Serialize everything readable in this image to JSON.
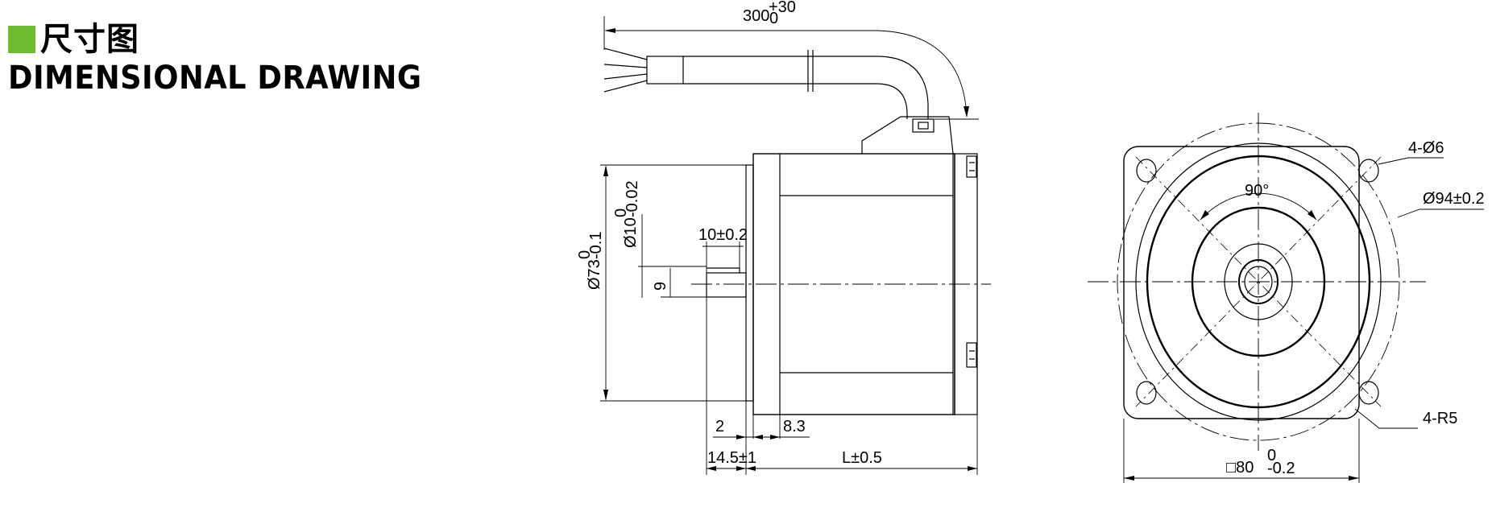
{
  "header": {
    "title_cn": "尺寸图",
    "title_en": "DIMENSIONAL DRAWING",
    "accent_color": "#6dbb2f"
  },
  "dims": {
    "cable_length": "300",
    "cable_tol_upper": "+30",
    "cable_tol_lower": "0",
    "shaft_dia": "Ø10",
    "shaft_dia_tol_upper": "0",
    "shaft_dia_tol_lower": "-0.02",
    "pilot_dia": "Ø73",
    "pilot_dia_tol_upper": "0",
    "pilot_dia_tol_lower": "-0.1",
    "key_length": "10±0.2",
    "key_height": "9",
    "pilot_len": "2",
    "flange_thk": "8.3",
    "shaft_len": "14.5±1",
    "body_len": "L±0.5",
    "hole_count": "4-Ø6",
    "pcd": "Ø94±0.2",
    "angle": "90°",
    "corner_radius": "4-R5",
    "flange_size": "□80",
    "flange_tol_upper": "0",
    "flange_tol_lower": "-0.2"
  }
}
